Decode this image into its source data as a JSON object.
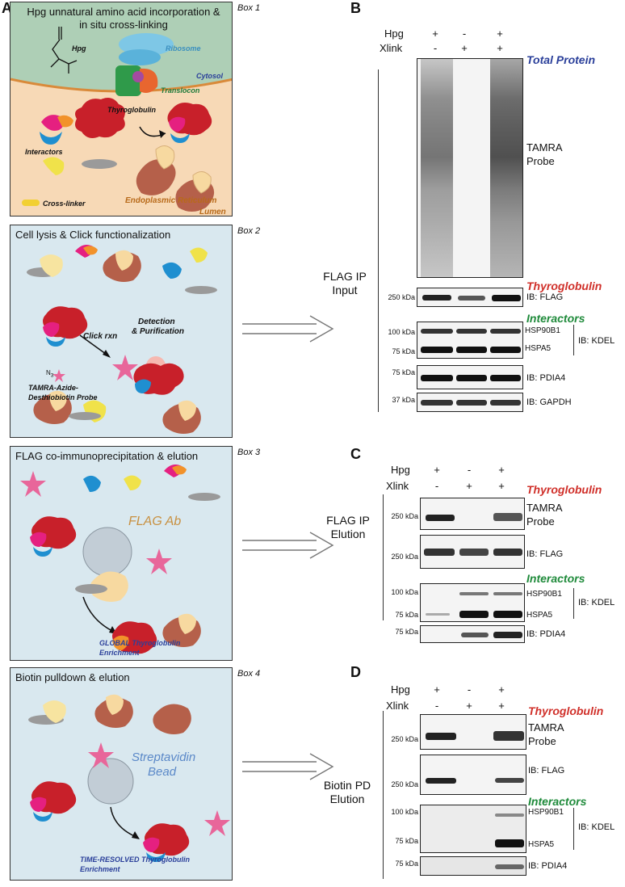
{
  "panels": {
    "A": "A",
    "B": "B",
    "C": "C",
    "D": "D"
  },
  "box1": {
    "tag": "Box 1",
    "title": "Hpg unnatural amino acid incorporation & in situ cross-linking",
    "hpg": "Hpg",
    "ribosome": "Ribosome",
    "translocon": "Translocon",
    "cytosol": "Cytosol",
    "thyroglobulin": "Thyroglobulin",
    "interactors": "Interactors",
    "crosslinker": "Cross-linker",
    "er": "Endoplasmic Reticulum",
    "lumen": "Lumen",
    "colors": {
      "cytosol_bg": "#aecfb6",
      "er_bg": "#f7d9b6",
      "membrane": "#d98a3a"
    }
  },
  "box2": {
    "tag": "Box 2",
    "title": "Cell lysis & Click functionalization",
    "click": "Click rxn",
    "detection": "Detection",
    "purification": "& Purification",
    "probe1": "TAMRA-Azide-",
    "probe2": "Desthiobiotin Probe",
    "n3": "N",
    "n3sub": "3"
  },
  "box3": {
    "tag": "Box 3",
    "title": "FLAG co-immunoprecipitation & elution",
    "flagab": "FLAG Ab",
    "enrich1": "GLOBAL Thyroglobulin",
    "enrich2": "Enrichment"
  },
  "box4": {
    "tag": "Box 4",
    "title": "Biotin pulldown & elution",
    "strep1": "Streptavidin",
    "strep2": "Bead",
    "enrich1": "TIME-RESOLVED Thyroglobulin",
    "enrich2": "Enrichment"
  },
  "conditions": {
    "hpg_label": "Hpg",
    "xlink_label": "Xlink",
    "hpg": [
      "+",
      "-",
      "+"
    ],
    "xlink": [
      "-",
      "+",
      "+"
    ]
  },
  "panelB": {
    "side1": "FLAG IP",
    "side2": "Input",
    "total_protein": "Total Protein",
    "tamra1": "TAMRA",
    "tamra2": "Probe",
    "thyro": "Thyroglobulin",
    "interactors": "Interactors",
    "kda250": "250 kDa",
    "kda100": "100 kDa",
    "kda75a": "75 kDa",
    "kda75b": "75 kDa",
    "kda37": "37 kDa",
    "ib_flag": "IB: FLAG",
    "hsp90b1": "HSP90B1",
    "hspa5": "HSPA5",
    "ib_kdel": "IB: KDEL",
    "ib_pdia4": "IB: PDIA4",
    "ib_gapdh": "IB: GAPDH"
  },
  "panelC": {
    "side1": "FLAG IP",
    "side2": "Elution",
    "thyro": "Thyroglobulin",
    "tamra1": "TAMRA",
    "tamra2": "Probe",
    "interactors": "Interactors",
    "kda250a": "250 kDa",
    "kda250b": "250 kDa",
    "kda100": "100 kDa",
    "kda75a": "75 kDa",
    "kda75b": "75 kDa",
    "ib_flag": "IB: FLAG",
    "hsp90b1": "HSP90B1",
    "hspa5": "HSPA5",
    "ib_kdel": "IB: KDEL",
    "ib_pdia4": "IB: PDIA4"
  },
  "panelD": {
    "side1": "Biotin PD",
    "side2": "Elution",
    "thyro": "Thyroglobulin",
    "tamra1": "TAMRA",
    "tamra2": "Probe",
    "interactors": "Interactors",
    "kda250a": "250 kDa",
    "kda250b": "250 kDa",
    "kda100": "100 kDa",
    "kda75a": "75 kDa",
    "kda75b": "75 kDa",
    "ib_flag": "IB: FLAG",
    "hsp90b1": "HSP90B1",
    "hspa5": "HSPA5",
    "ib_kdel": "IB: KDEL",
    "ib_pdia4": "IB: PDIA4"
  },
  "colors": {
    "thyro": "#d0302a",
    "interactors": "#1e8a3a",
    "total": "#2a3f9a",
    "box_bg": "#d9e8ef"
  }
}
